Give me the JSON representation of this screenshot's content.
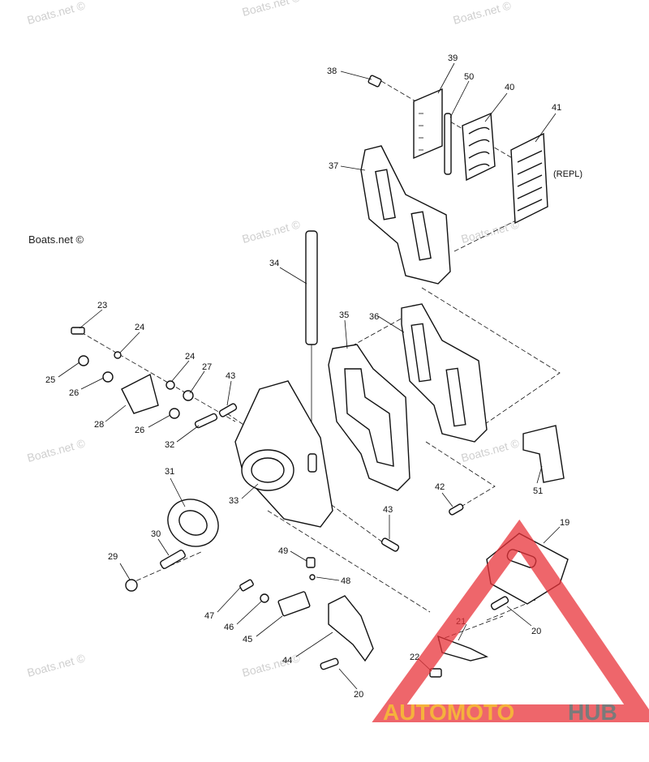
{
  "watermarks": [
    "Boats.net ©",
    "Boats.net ©",
    "Boats.net ©",
    "Boats.net ©",
    "Boats.net ©",
    "Boats.net ©",
    "Boats.net ©",
    "Boats.net ©",
    "Boats.net ©"
  ],
  "repl_note": "(REPL)",
  "brand": {
    "part1": "AUTOMOTO",
    "part2": "HUB",
    "color1": "#f5b23c",
    "color2": "#7a7a7a",
    "triangle_color": "#e8333a"
  },
  "callouts": [
    {
      "id": "c38",
      "text": "38"
    },
    {
      "id": "c39",
      "text": "39"
    },
    {
      "id": "c50",
      "text": "50"
    },
    {
      "id": "c40",
      "text": "40"
    },
    {
      "id": "c41",
      "text": "41"
    },
    {
      "id": "c37",
      "text": "37"
    },
    {
      "id": "c34",
      "text": "34"
    },
    {
      "id": "c35",
      "text": "35"
    },
    {
      "id": "c36",
      "text": "36"
    },
    {
      "id": "c23",
      "text": "23"
    },
    {
      "id": "c24a",
      "text": "24"
    },
    {
      "id": "c24b",
      "text": "24"
    },
    {
      "id": "c27",
      "text": "27"
    },
    {
      "id": "c25",
      "text": "25"
    },
    {
      "id": "c26a",
      "text": "26"
    },
    {
      "id": "c28",
      "text": "28"
    },
    {
      "id": "c26b",
      "text": "26"
    },
    {
      "id": "c43a",
      "text": "43"
    },
    {
      "id": "c32",
      "text": "32"
    },
    {
      "id": "c31",
      "text": "31"
    },
    {
      "id": "c33",
      "text": "33"
    },
    {
      "id": "c42",
      "text": "42"
    },
    {
      "id": "c51",
      "text": "51"
    },
    {
      "id": "c43b",
      "text": "43"
    },
    {
      "id": "c30",
      "text": "30"
    },
    {
      "id": "c29",
      "text": "29"
    },
    {
      "id": "c19",
      "text": "19"
    },
    {
      "id": "c49",
      "text": "49"
    },
    {
      "id": "c48",
      "text": "48"
    },
    {
      "id": "c47",
      "text": "47"
    },
    {
      "id": "c46",
      "text": "46"
    },
    {
      "id": "c45",
      "text": "45"
    },
    {
      "id": "c44",
      "text": "44"
    },
    {
      "id": "c21",
      "text": "21"
    },
    {
      "id": "c20a",
      "text": "20"
    },
    {
      "id": "c22",
      "text": "22"
    },
    {
      "id": "c20b",
      "text": "20"
    }
  ]
}
